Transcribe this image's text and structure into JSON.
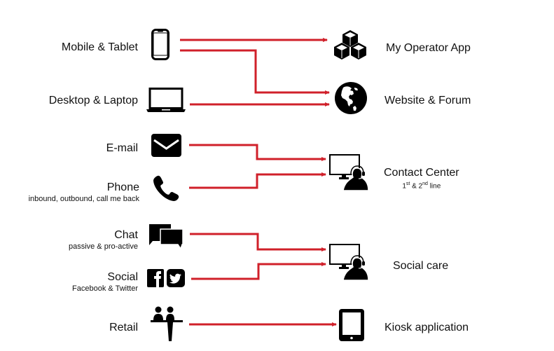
{
  "colors": {
    "connector": "#d0202a",
    "icon": "#000000",
    "text": "#111111"
  },
  "sources": [
    {
      "label": "Mobile & Tablet",
      "sublabel": "",
      "icon": "smartphone-icon"
    },
    {
      "label": "Desktop & Laptop",
      "sublabel": "",
      "icon": "laptop-icon"
    },
    {
      "label": "E-mail",
      "sublabel": "",
      "icon": "envelope-icon"
    },
    {
      "label": "Phone",
      "sublabel": "inbound, outbound, call me back",
      "icon": "phone-icon"
    },
    {
      "label": "Chat",
      "sublabel": "passive & pro-active",
      "icon": "chat-bubbles-icon"
    },
    {
      "label": "Social",
      "sublabel": "Facebook & Twitter",
      "icon": "facebook-twitter-icon"
    },
    {
      "label": "Retail",
      "sublabel": "",
      "icon": "retail-counter-icon"
    }
  ],
  "targets": [
    {
      "label": "My Operator App",
      "icon": "cubes-icon"
    },
    {
      "label": "Website & Forum",
      "icon": "globe-icon"
    },
    {
      "label": "Contact Center",
      "sublabel_parts": [
        "1",
        "st",
        " &  2",
        "nd",
        " line"
      ],
      "icon": "agent-headset-icon"
    },
    {
      "label": "Social care",
      "icon": "agent-headset-icon"
    },
    {
      "label": "Kiosk application",
      "icon": "tablet-icon"
    }
  ],
  "connections": [
    {
      "from": "Mobile & Tablet",
      "to": "My Operator App"
    },
    {
      "from": "Mobile & Tablet",
      "to": "Website & Forum"
    },
    {
      "from": "Desktop & Laptop",
      "to": "Website & Forum"
    },
    {
      "from": "E-mail",
      "to": "Contact Center"
    },
    {
      "from": "Phone",
      "to": "Contact Center"
    },
    {
      "from": "Chat",
      "to": "Social care"
    },
    {
      "from": "Social",
      "to": "Social care"
    },
    {
      "from": "Retail",
      "to": "Kiosk application"
    }
  ]
}
